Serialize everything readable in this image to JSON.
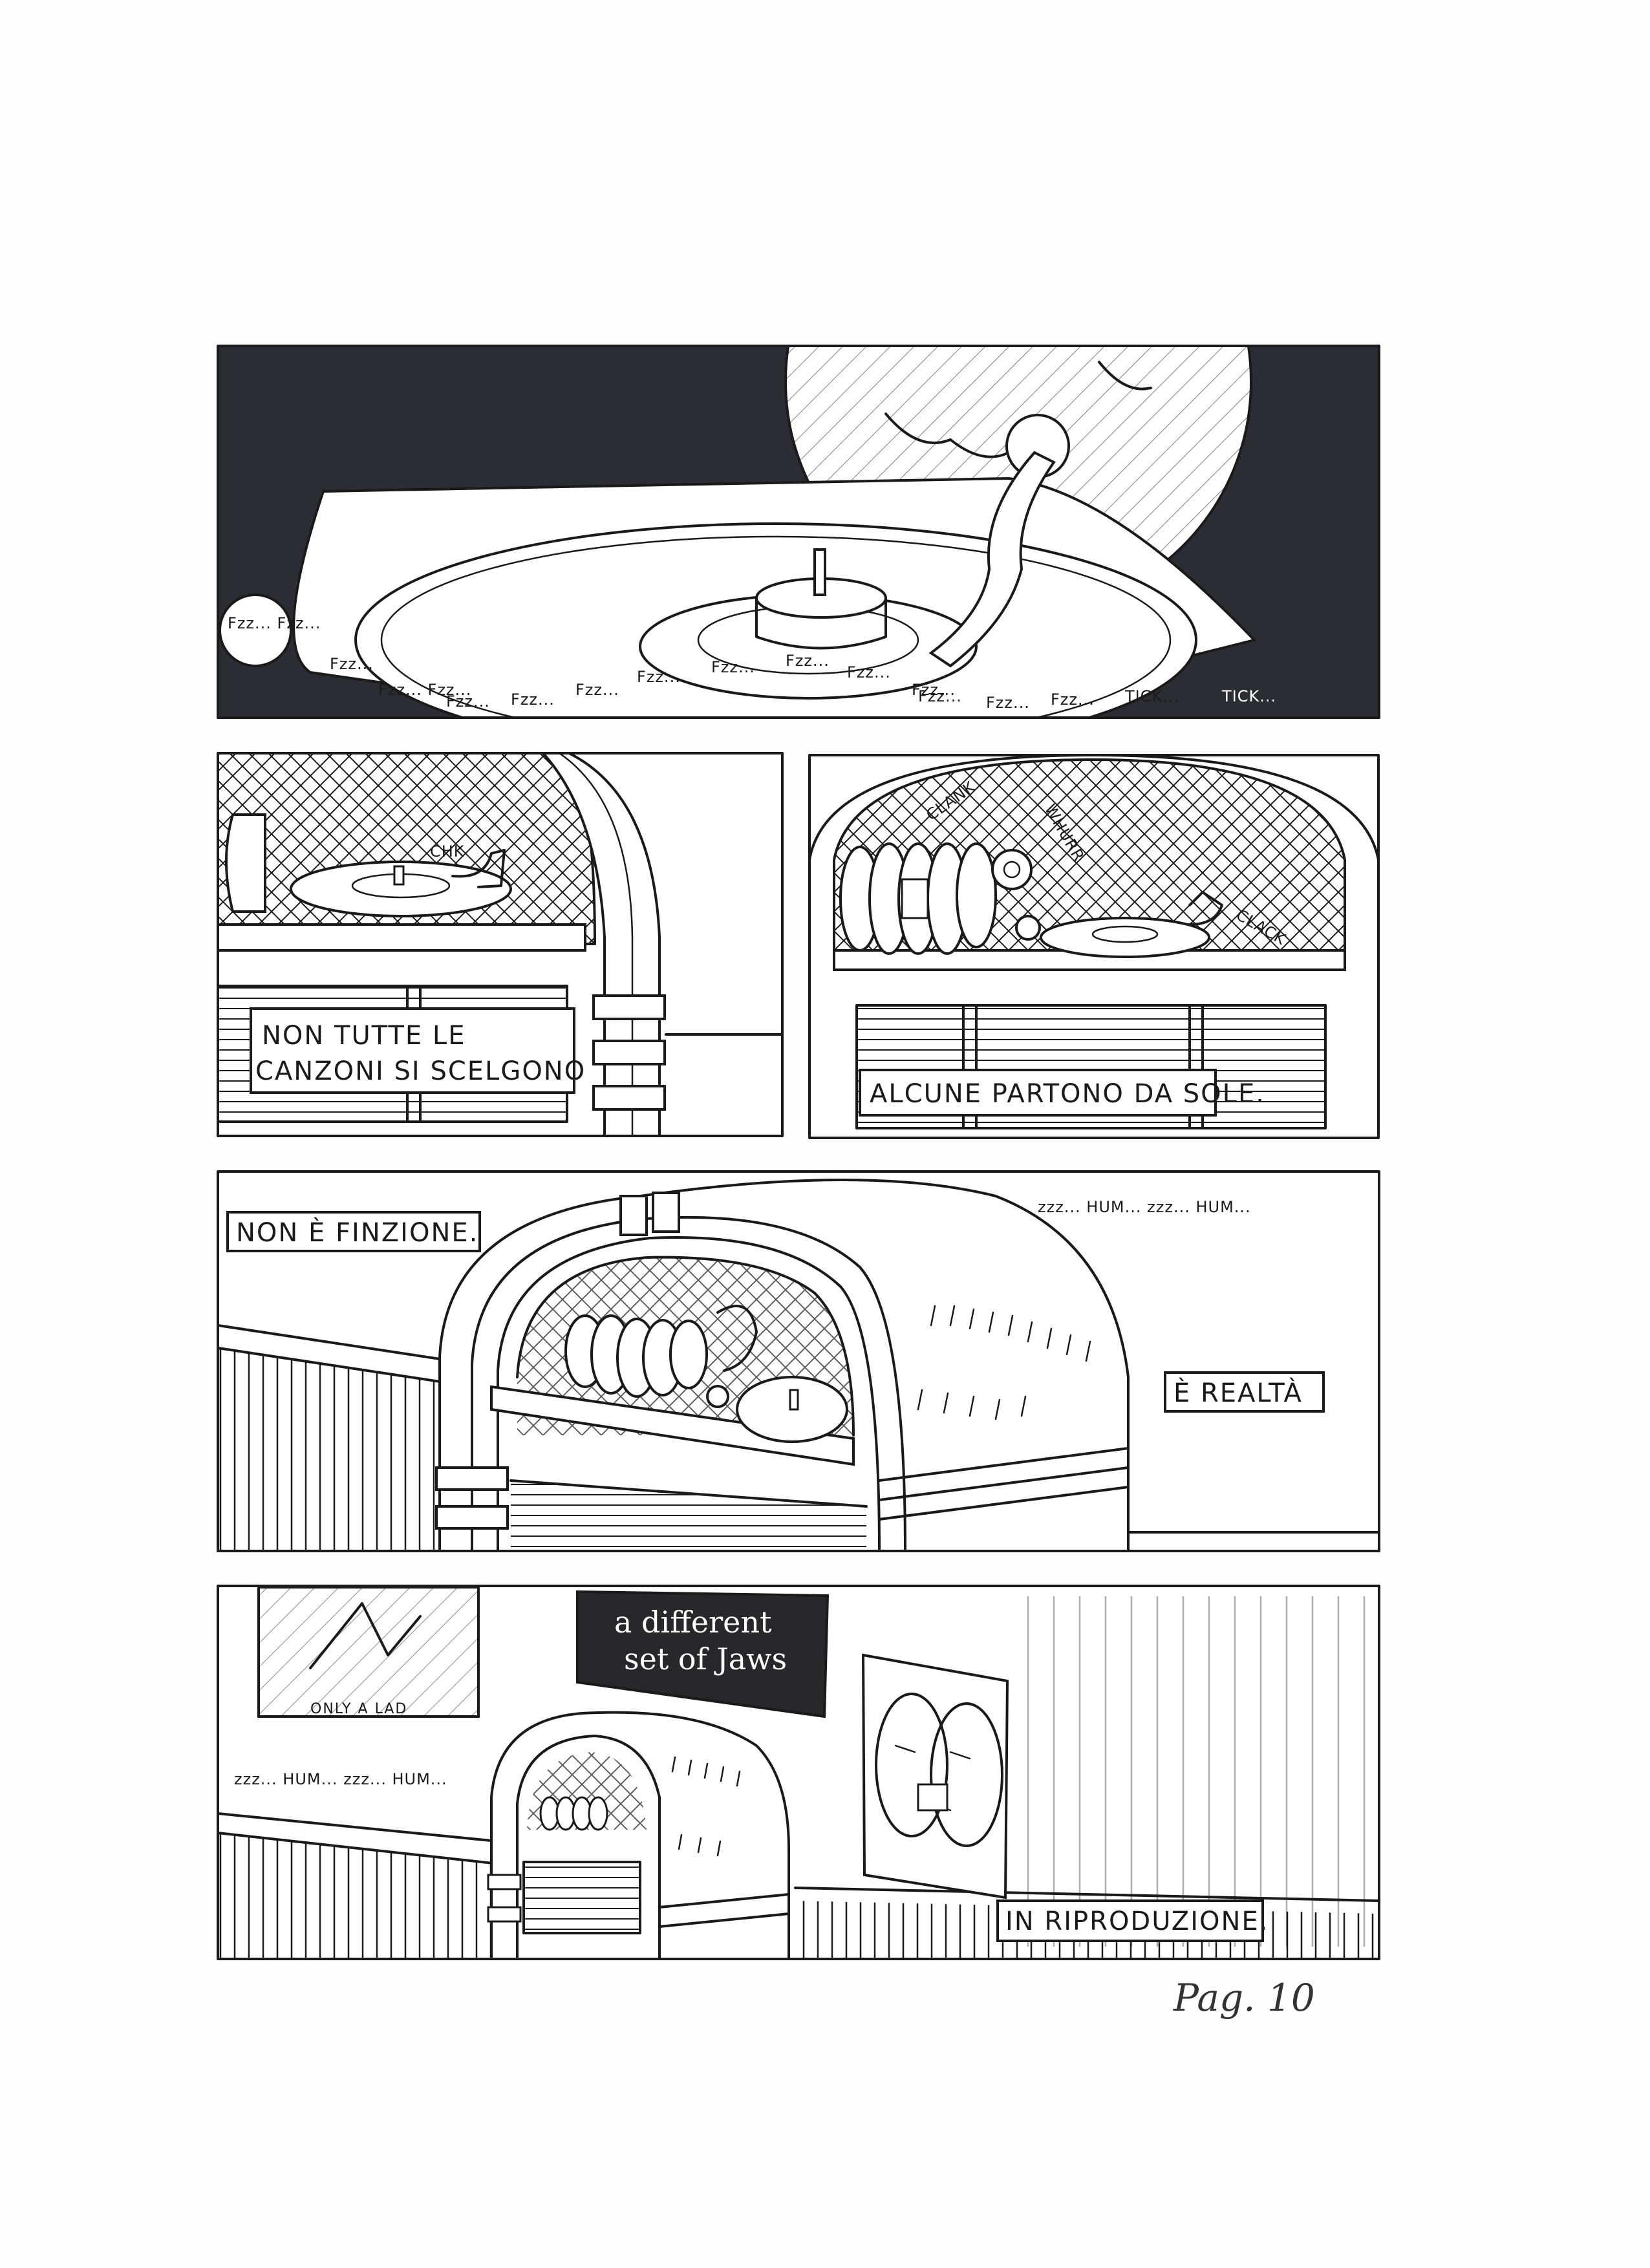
{
  "page": {
    "number_label": "Pag. 10"
  },
  "panels": {
    "p1": {
      "sfx": [
        "Fzz... Fzz...",
        "Fzz...",
        "Fzz... Fzz...",
        "Fzz...",
        "Fzz...",
        "Fzz...",
        "Fzz...",
        "Fzz...",
        "Fzz...",
        "Fzz...",
        "Fzz...",
        "Fzz...",
        "Fzz...",
        "Fzz...",
        "TICK...",
        "TICK..."
      ]
    },
    "p2": {
      "sfx_chk": "CHK",
      "caption_line1": "NON TUTTE LE",
      "caption_line2": "CANZONI SI SCELGONO"
    },
    "p3": {
      "sfx_clank": "CLANK",
      "sfx_whurr": "WHURR",
      "sfx_clack": "CLACK",
      "caption": "ALCUNE PARTONO DA SOLE."
    },
    "p4": {
      "caption_left": "NON È FINZIONE.",
      "caption_right": "È REALTÀ",
      "sfx": "zzz... HUM... zzz... HUM..."
    },
    "p5": {
      "banner_line1": "a different",
      "banner_line2": "set of Jaws",
      "poster_label": "ONLY A LAD",
      "sfx": "zzz... HUM... zzz... HUM...",
      "caption": "IN RIPRODUZIONE."
    }
  },
  "colors": {
    "ink": "#1a1a1a",
    "paper": "#fefefe",
    "night": "#2a2d33"
  }
}
